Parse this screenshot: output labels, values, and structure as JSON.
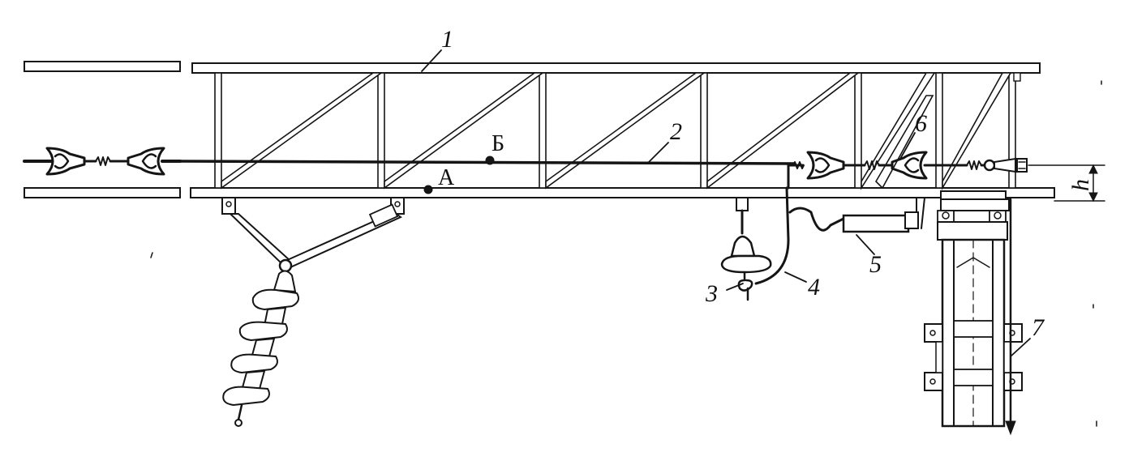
{
  "diagram": {
    "labels": {
      "n1": "1",
      "n2": "2",
      "n3": "3",
      "n4": "4",
      "n5": "5",
      "n6": "6",
      "n7": "7",
      "point_a": "А",
      "point_b": "Б",
      "height": "h"
    },
    "colors": {
      "ink": "#151515",
      "paper": "#ffffff"
    }
  }
}
